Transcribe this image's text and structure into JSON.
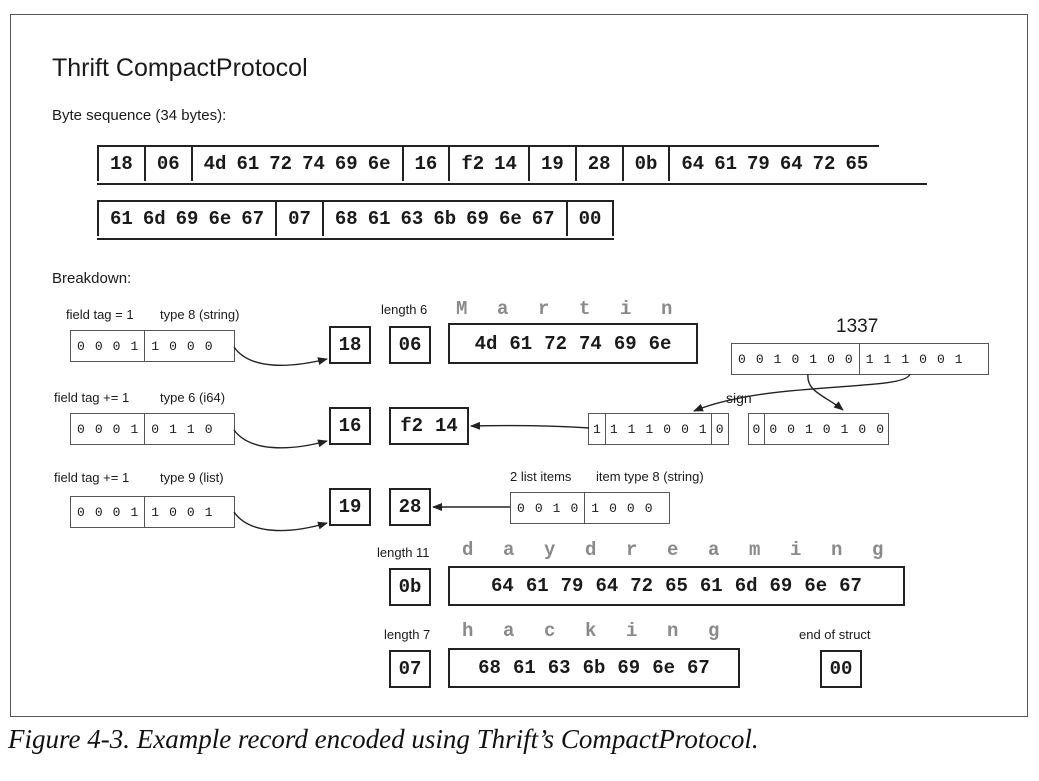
{
  "title": "Thrift CompactProtocol",
  "byte_sequence_label": "Byte sequence (34 bytes):",
  "row1_groups": [
    [
      "18"
    ],
    [
      "06"
    ],
    [
      "4d",
      "61",
      "72",
      "74",
      "69",
      "6e"
    ],
    [
      "16"
    ],
    [
      "f2",
      "14"
    ],
    [
      "19"
    ],
    [
      "28"
    ],
    [
      "0b"
    ],
    [
      "64",
      "61",
      "79",
      "64",
      "72",
      "65"
    ]
  ],
  "row2_groups": [
    [
      "61",
      "6d",
      "69",
      "6e",
      "67"
    ],
    [
      "07"
    ],
    [
      "68",
      "61",
      "63",
      "6b",
      "69",
      "6e",
      "67"
    ],
    [
      "00"
    ]
  ],
  "breakdown_label": "Breakdown:",
  "field1": {
    "tag": "field tag = 1",
    "type": "type 8 (string)",
    "bits_tag": [
      "0",
      "0",
      "0",
      "1"
    ],
    "bits_type": [
      "1",
      "0",
      "0",
      "0"
    ],
    "byte": "18"
  },
  "field2": {
    "tag": "field tag += 1",
    "type": "type 6 (i64)",
    "bits_tag": [
      "0",
      "0",
      "0",
      "1"
    ],
    "bits_type": [
      "0",
      "1",
      "1",
      "0"
    ],
    "byte": "16"
  },
  "field3": {
    "tag": "field tag += 1",
    "type": "type 9 (list)",
    "bits_tag": [
      "0",
      "0",
      "0",
      "1"
    ],
    "bits_type": [
      "1",
      "0",
      "0",
      "1"
    ],
    "byte": "19"
  },
  "length6": {
    "label": "length 6",
    "byte": "06",
    "chars": [
      "M",
      "a",
      "r",
      "t",
      "i",
      "n"
    ],
    "bytes": [
      "4d",
      "61",
      "72",
      "74",
      "69",
      "6e"
    ]
  },
  "num1337": {
    "label": "1337",
    "bits_left": [
      "0",
      "0",
      "1",
      "0",
      "1",
      "0",
      "0"
    ],
    "bits_right": [
      "1",
      "1",
      "1",
      "0",
      "0",
      "1"
    ]
  },
  "sign_label": "sign",
  "varint": {
    "bytes": [
      "f2",
      "14"
    ],
    "b1_lead": "1",
    "b1_mid": [
      "1",
      "1",
      "1",
      "0",
      "0",
      "1"
    ],
    "b1_end": "0",
    "b2_lead": "0",
    "b2_rest": [
      "0",
      "0",
      "1",
      "0",
      "1",
      "0",
      "0"
    ]
  },
  "list_info": {
    "count_label": "2 list items",
    "type_label": "item type 8 (string)",
    "bits_count": [
      "0",
      "0",
      "1",
      "0"
    ],
    "bits_type": [
      "1",
      "0",
      "0",
      "0"
    ],
    "byte": "28"
  },
  "length11": {
    "label": "length 11",
    "byte": "0b",
    "chars": [
      "d",
      "a",
      "y",
      "d",
      "r",
      "e",
      "a",
      "m",
      "i",
      "n",
      "g"
    ],
    "bytes": [
      "64",
      "61",
      "79",
      "64",
      "72",
      "65",
      "61",
      "6d",
      "69",
      "6e",
      "67"
    ]
  },
  "length7": {
    "label": "length 7",
    "byte": "07",
    "chars": [
      "h",
      "a",
      "c",
      "k",
      "i",
      "n",
      "g"
    ],
    "bytes": [
      "68",
      "61",
      "63",
      "6b",
      "69",
      "6e",
      "67"
    ]
  },
  "end_struct": {
    "label": "end of struct",
    "byte": "00"
  },
  "caption": "Figure 4-3. Example record encoded using Thrift’s CompactProtocol."
}
